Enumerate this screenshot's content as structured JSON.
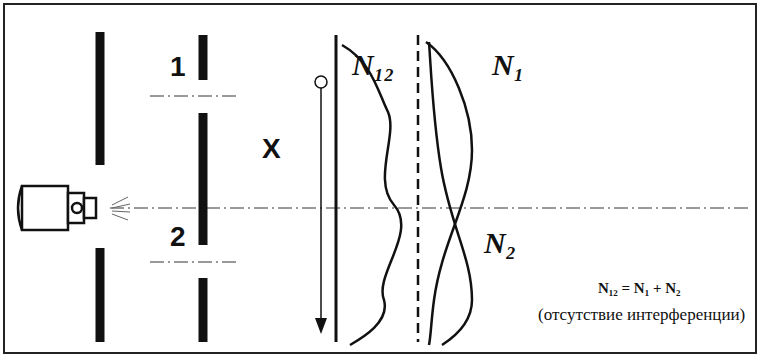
{
  "diagram": {
    "labels": [
      "1",
      "2",
      "X",
      "N₁₂",
      "N₁",
      "N₂",
      "N₁₂ = N₁ + N₂",
      "(отсутствие интерференции)"
    ]
  }
}
